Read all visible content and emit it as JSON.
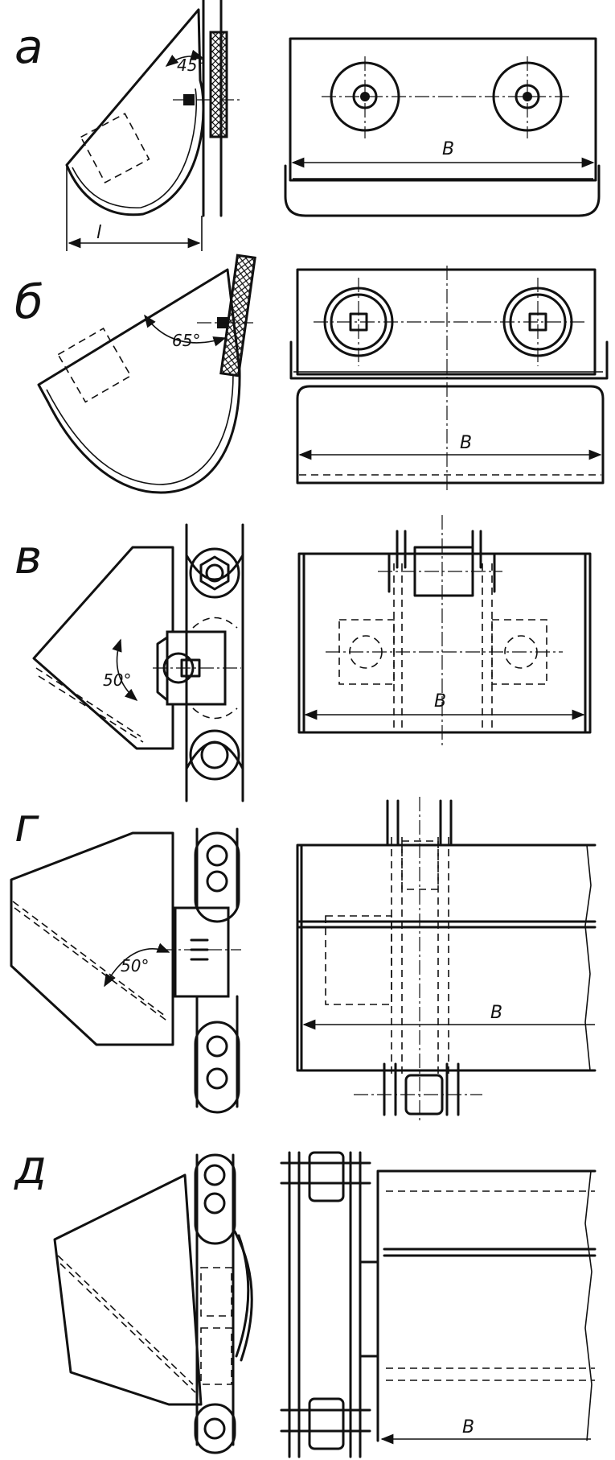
{
  "panels": [
    {
      "id": "a",
      "label": "а",
      "angle": "45°",
      "length_label": "l",
      "width_label": "B"
    },
    {
      "id": "b",
      "label": "б",
      "angle": "65°",
      "width_label": "B"
    },
    {
      "id": "v",
      "label": "в",
      "angle": "50°",
      "width_label": "B"
    },
    {
      "id": "g",
      "label": "г",
      "angle": "50°",
      "width_label": "B"
    },
    {
      "id": "d",
      "label": "д",
      "width_label": "B"
    }
  ]
}
